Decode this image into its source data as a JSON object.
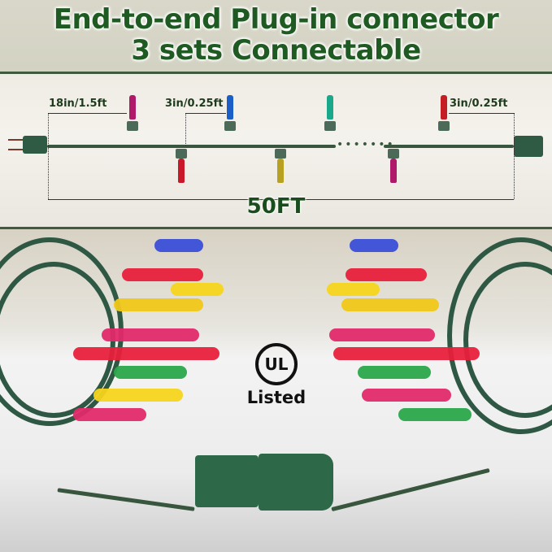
{
  "header": {
    "line1": "End-to-end Plug-in connector",
    "line2": "3 sets Connectable"
  },
  "diagram": {
    "spacing_first": "18in/1.5ft",
    "spacing_middle": "3in/0.25ft",
    "spacing_last": "3in/0.25ft",
    "total_length": "50FT",
    "continuation": "•••••••",
    "bulb_colors": [
      "#b0196a",
      "#c8182a",
      "#1a5fc8",
      "#b8a020",
      "#19a88a",
      "#b0186a",
      "#c41d24"
    ]
  },
  "photo": {
    "certification_mark": "UL",
    "certification_text": "Listed",
    "wire_color": "#2e5843",
    "bulb_palette": [
      "#e8203c",
      "#f5d41c",
      "#2aa84a",
      "#3a4fd8",
      "#e0308a",
      "#7a2ad0"
    ]
  },
  "colors": {
    "title_green": "#1f5a23",
    "frame_green": "#3f5b3b"
  }
}
